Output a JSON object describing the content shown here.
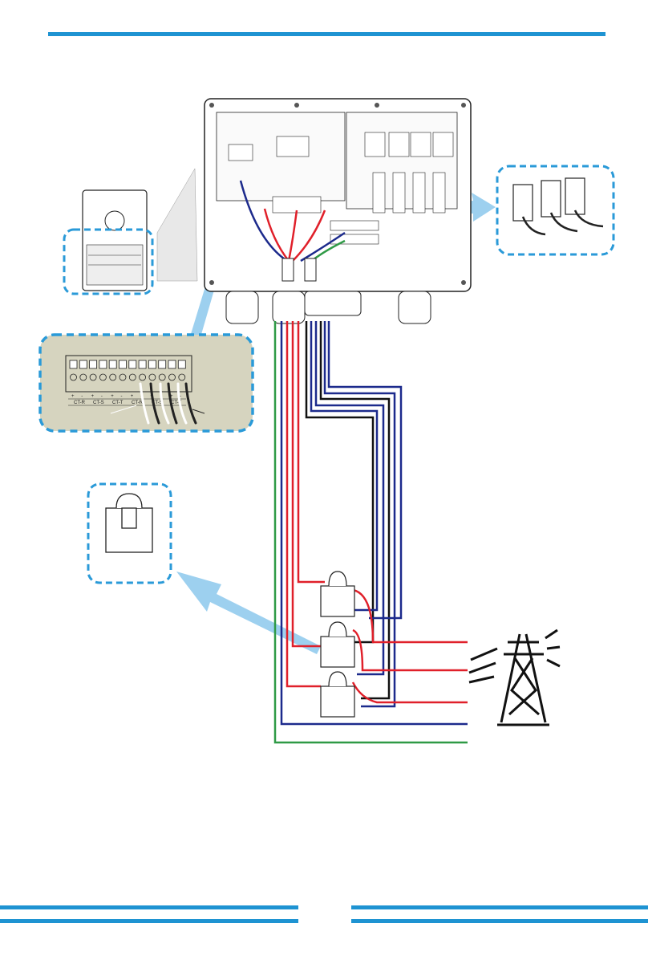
{
  "colors": {
    "accent": "#1e93d2",
    "callout_border": "#2a9ad8",
    "callout_fill": "#d6d4bf",
    "arrow": "#8cc8ec",
    "wire_red": "#e0202a",
    "wire_blue": "#1c2a8c",
    "wire_green": "#2f9a46",
    "wire_black": "#111111"
  },
  "terminal_block": {
    "ct_labels": [
      "CT-R",
      "CT-S",
      "CT-T",
      "CT-R",
      "CT-S",
      "CT-T"
    ],
    "polarity": [
      "+",
      "-"
    ]
  },
  "icons": [
    "inverter-icon",
    "circuit-breaker-icon",
    "ct-clamp-icon",
    "power-pylon-icon"
  ]
}
